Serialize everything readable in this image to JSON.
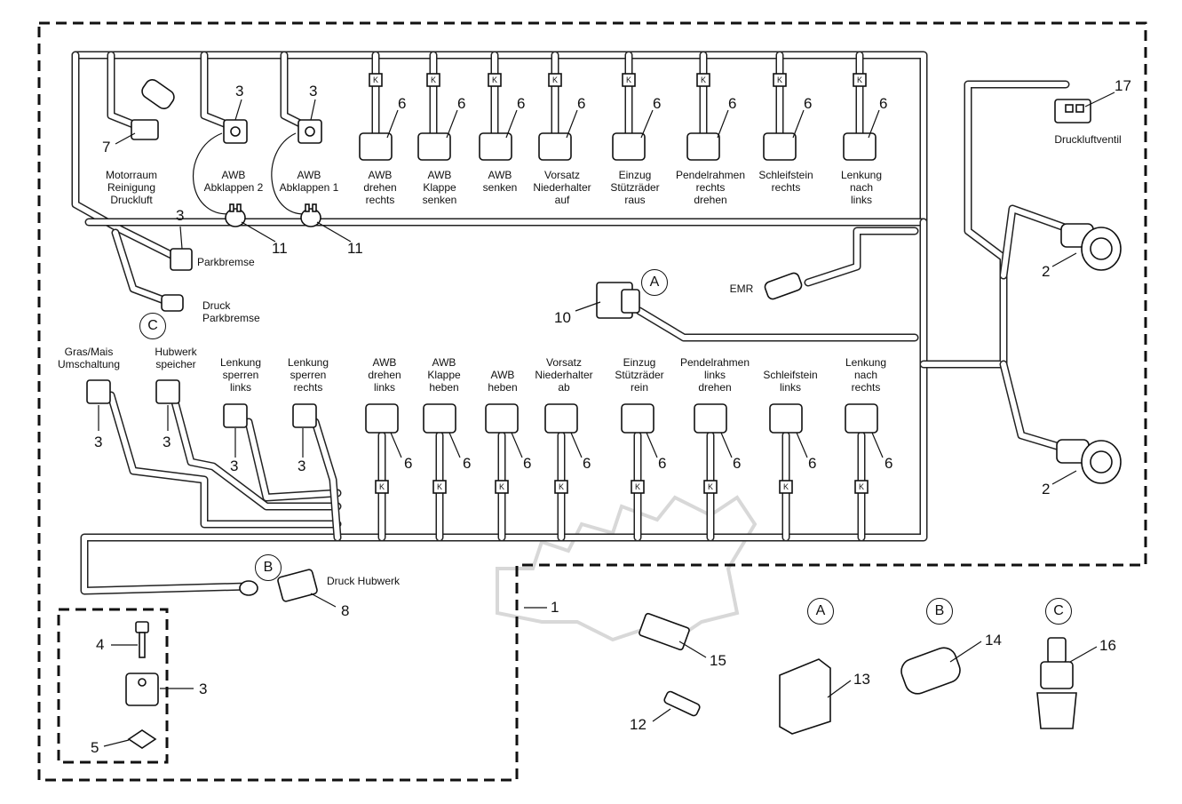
{
  "corner_mark": "",
  "labels": {
    "motorraum": "Motorraum\nReinigung\nDruckluft",
    "awb_ab2": "AWB\nAbklappen 2",
    "awb_ab1": "AWB\nAbklappen 1",
    "t_awb_drehen_rechts": "AWB\ndrehen\nrechts",
    "t_awb_klappe_senken": "AWB\nKlappe\nsenken",
    "t_awb_senken": "AWB\nsenken",
    "t_vorsatz_auf": "Vorsatz\nNiederhalter\nauf",
    "t_einzug_raus": "Einzug\nStützräder\nraus",
    "t_pendel_rechts": "Pendelrahmen\nrechts\ndrehen",
    "t_schleif_rechts": "Schleifstein\nrechts",
    "t_lenkung_links": "Lenkung\nnach\nlinks",
    "druckluftventil": "Druckluftventil",
    "parkbremse": "Parkbremse",
    "druck_parkbremse": "Druck\nParkbremse",
    "emr": "EMR",
    "gras_mais": "Gras/Mais\nUmschaltung",
    "hubwerk_speicher": "Hubwerk\nspeicher",
    "lenk_sperren_links": "Lenkung\nsperren\nlinks",
    "lenk_sperren_rechts": "Lenkung\nsperren\nrechts",
    "b_awb_drehen_links": "AWB\ndrehen\nlinks",
    "b_awb_klappe_heben": "AWB\nKlappe\nheben",
    "b_awb_heben": "AWB\nheben",
    "b_vorsatz_ab": "Vorsatz\nNiederhalter\nab",
    "b_einzug_rein": "Einzug\nStützräder\nrein",
    "b_pendel_links": "Pendelrahmen\nlinks\ndrehen",
    "b_schleif_links": "Schleifstein\nlinks",
    "b_lenkung_rechts": "Lenkung\nnach\nrechts",
    "druck_hubwerk": "Druck Hubwerk"
  },
  "callouts": {
    "c7": "7",
    "c3a": "3",
    "c3b": "3",
    "c6a": "6",
    "c6b": "6",
    "c6c": "6",
    "c6d": "6",
    "c6e": "6",
    "c6f": "6",
    "c6g": "6",
    "c6h": "6",
    "c17": "17",
    "c3c": "3",
    "c11a": "11",
    "c11b": "11",
    "c2a": "2",
    "c10": "10",
    "c3d": "3",
    "c3e": "3",
    "c3f": "3",
    "c3g": "3",
    "c6i": "6",
    "c6j": "6",
    "c6k": "6",
    "c6l": "6",
    "c6m": "6",
    "c6n": "6",
    "c6o": "6",
    "c6p": "6",
    "c2b": "2",
    "c8": "8",
    "c1": "1",
    "c4": "4",
    "c3h": "3",
    "c5": "5",
    "c15": "15",
    "c12": "12",
    "c13": "13",
    "c14": "14",
    "c16": "16"
  },
  "markers": {
    "a1": "A",
    "c1": "C",
    "b1": "B",
    "a2": "A",
    "b2": "B",
    "c2": "C"
  },
  "valve_tag": "K"
}
